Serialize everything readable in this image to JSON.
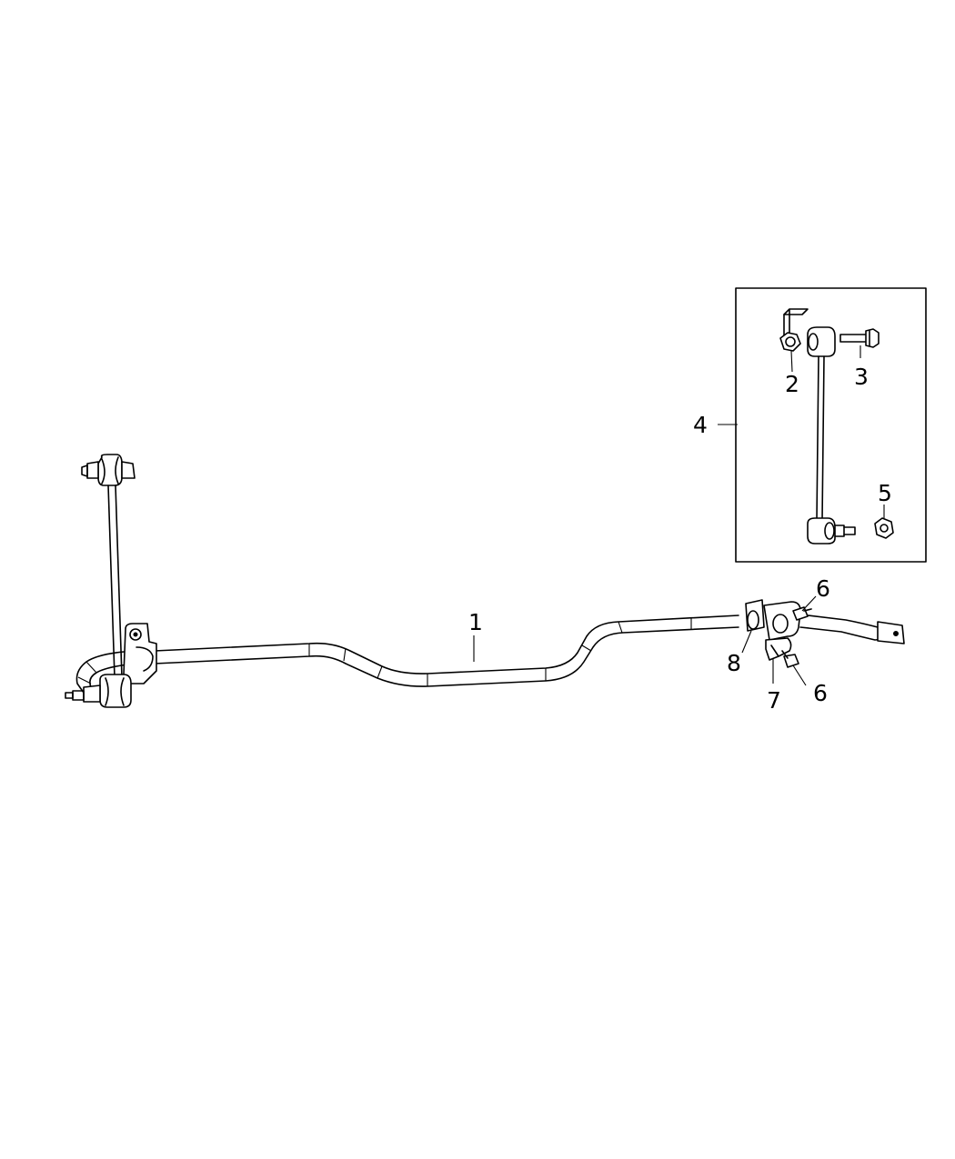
{
  "callouts": {
    "c1": "1",
    "c2": "2",
    "c3": "3",
    "c4": "4",
    "c5": "5",
    "c6a": "6",
    "c6b": "6",
    "c7": "7",
    "c8": "8"
  },
  "colors": {
    "line": "#000000",
    "background": "#ffffff"
  }
}
